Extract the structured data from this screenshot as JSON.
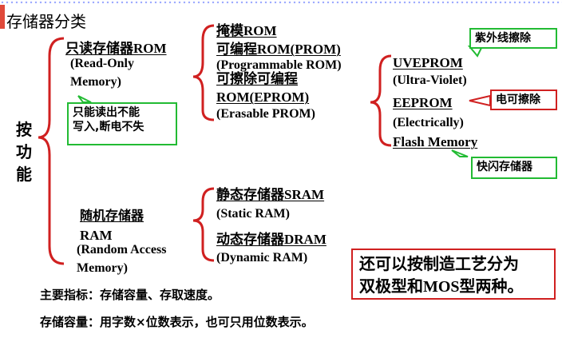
{
  "title": "存储器分类",
  "side_label": [
    "按",
    "功",
    "能"
  ],
  "rom": {
    "title": "只读存储器ROM",
    "sub1": "(Read-Only",
    "sub2": "Memory)",
    "note_line1": "只能读出不能",
    "note_line2": "写入,断电不失"
  },
  "rom_types": {
    "mask": "掩模ROM",
    "prom_title": "可编程ROM(PROM)",
    "prom_sub": "(Programmable ROM)",
    "eprom_title1": "可擦除可编程",
    "eprom_title2": "ROM(EPROM)",
    "eprom_sub": "(Erasable PROM)"
  },
  "eprom_types": {
    "uveprom": "UVEPROM",
    "uveprom_sub": "(Ultra-Violet)",
    "eeprom": "EEPROM",
    "eeprom_sub": "(Electrically)",
    "flash": "Flash Memory"
  },
  "callouts": {
    "uv": "紫外线擦除",
    "electric": "电可擦除",
    "flash": "快闪存储器"
  },
  "ram": {
    "title": "随机存储器",
    "title2": "RAM",
    "sub1": "(Random Access",
    "sub2": "Memory)"
  },
  "ram_types": {
    "sram": "静态存储器SRAM",
    "sram_sub": "(Static RAM)",
    "dram": "动态存储器DRAM",
    "dram_sub": "(Dynamic RAM)"
  },
  "process_note": {
    "line1": "还可以按制造工艺分为",
    "line2": "双极型和MOS型两种。"
  },
  "footer": {
    "line1": "主要指标：存储容量、存取速度。",
    "line2": "存储容量：用字数×位数表示，也可只用位数表示。"
  },
  "colors": {
    "brace": "#d02020",
    "green_box": "#22bb33",
    "red_box": "#d02020"
  }
}
